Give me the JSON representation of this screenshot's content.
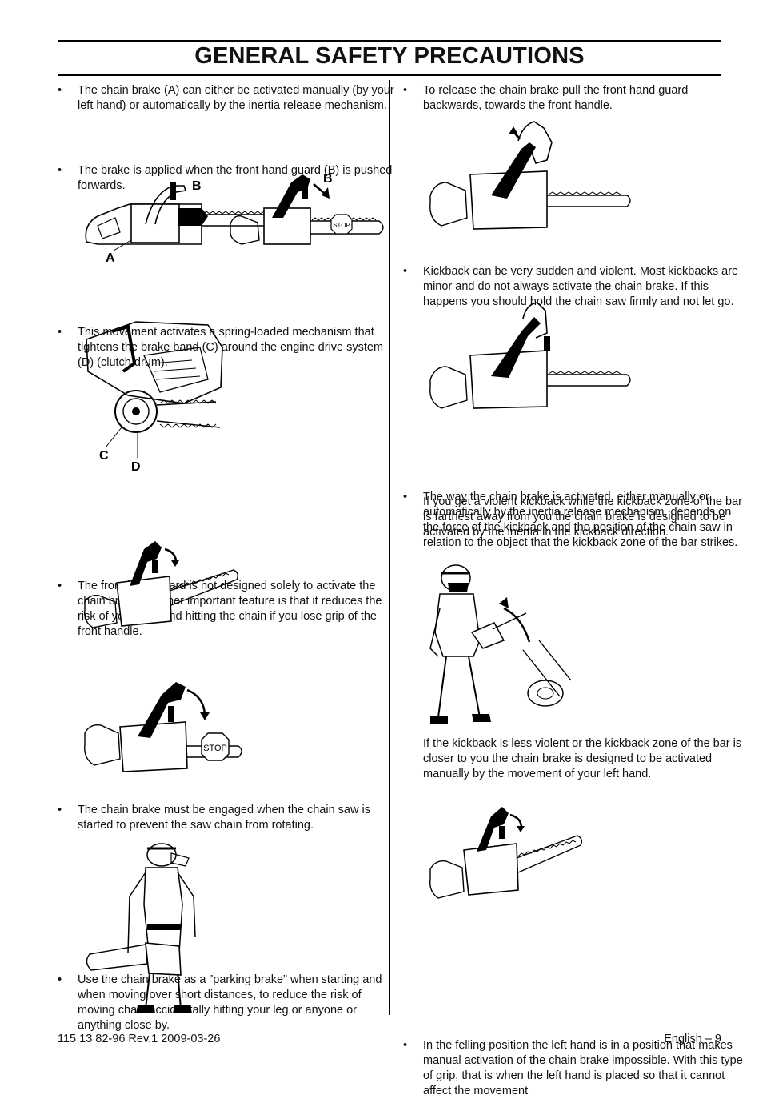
{
  "header": {
    "title": "GENERAL SAFETY PRECAUTIONS"
  },
  "left": {
    "b1": "The chain brake (A) can either be activated manually (by your left hand) or automatically by the inertia release mechanism.",
    "b2": "The brake is applied when the front hand guard (B) is pushed forwards.",
    "fig1": {
      "label_a": "A",
      "label_b1": "B",
      "label_b2": "B",
      "stop": "STOP"
    },
    "b3": "This movement activates a spring-loaded mechanism that tightens the brake band (C) around the engine drive system (D) (clutch drum).",
    "fig2": {
      "label_c": "C",
      "label_d": "D"
    },
    "b4": "The front hand guard is not designed solely to activate the chain brake. Another important feature is that it reduces the risk of your left hand hitting the chain if you lose grip of the front handle.",
    "b5": "The chain brake must be engaged when the chain saw is started to prevent the saw chain from rotating.",
    "fig4": {
      "stop": "STOP"
    },
    "b6": "Use the chain brake as a ”parking brake” when starting and when moving over short distances, to reduce the risk of moving chain accidentally hitting your leg or anyone or anything close by."
  },
  "right": {
    "b1": "To release the chain brake pull the front hand guard backwards, towards the front handle.",
    "b2": "Kickback can be very sudden and violent. Most kickbacks are minor and do not always activate the chain brake. If this happens you should hold the chain saw firmly and not let go.",
    "b3": "The way the chain brake is activated, either manually or automatically by the inertia release mechanism, depends on the force of the kickback and the position of the chain saw in relation to the object that the kickback zone of the bar strikes.",
    "p1": "If you get a violent kickback while the kickback zone of the bar is farthest away from you the chain brake is designed to be activated by the inertia in the kickback direction.",
    "p2": "If the kickback is less violent or the kickback zone of the bar is closer to you the chain brake is designed to be activated manually by the movement of your left hand.",
    "b4": "In the felling position the left hand is in a position that makes manual activation of the chain brake impossible. With this type of grip, that is when the left hand is placed so that it cannot affect the movement"
  },
  "footer": {
    "doc_id": "115 13 82-96 Rev.1 2009-03-26",
    "page": "English – 9"
  }
}
